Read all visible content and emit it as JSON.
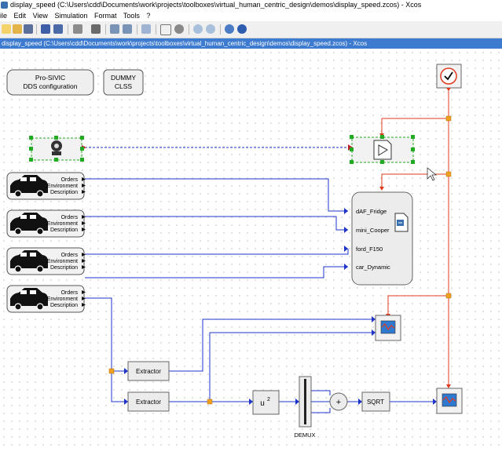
{
  "window": {
    "title": "display_speed (C:\\Users\\cdd\\Documents\\work\\projects\\toolboxes\\virtual_human_centric_design\\demos\\display_speed.zcos) - Xcos"
  },
  "menu": [
    "ile",
    "Edit",
    "View",
    "Simulation",
    "Format",
    "Tools",
    "?"
  ],
  "toolbar_icons": [
    "new-diagram-icon",
    "open-icon",
    "open-folder-icon",
    "save-icon",
    "save-as-icon",
    "print-icon",
    "print-preview-icon",
    "undo-icon",
    "redo-icon",
    "fit-diagram-icon",
    "start-icon",
    "stop-icon",
    "zoom-in-icon",
    "zoom-out-icon",
    "xcos-demos-icon",
    "help-icon"
  ],
  "path_bar": "display_speed (C:\\Users\\cdd\\Documents\\work\\projects\\toolboxes\\virtual_human_centric_design\\demos\\display_speed.zcos) - Xcos",
  "diagram": {
    "prosivic_box": {
      "line1": "Pro-SIVIC",
      "line2": "DDS configuration"
    },
    "dummy_box": {
      "line1": "DUMMY",
      "line2": "CLSS"
    },
    "car_ports": [
      "Orders",
      "Environment",
      "Description"
    ],
    "superblock_ports": [
      "dAF_Fridge",
      "mini_Cooper",
      "ford_F150",
      "car_Dynamic"
    ],
    "extractor_label": "Extractor",
    "square_label": "u",
    "square_exp": "2",
    "sqrt_label": "SQRT",
    "demux_label": "DEMUX",
    "sum_symbol": "+",
    "colors": {
      "data_link": "#1f35c8",
      "event_link": "#e03a1e",
      "split": "#f0a020",
      "selection": "#22aa22"
    }
  }
}
